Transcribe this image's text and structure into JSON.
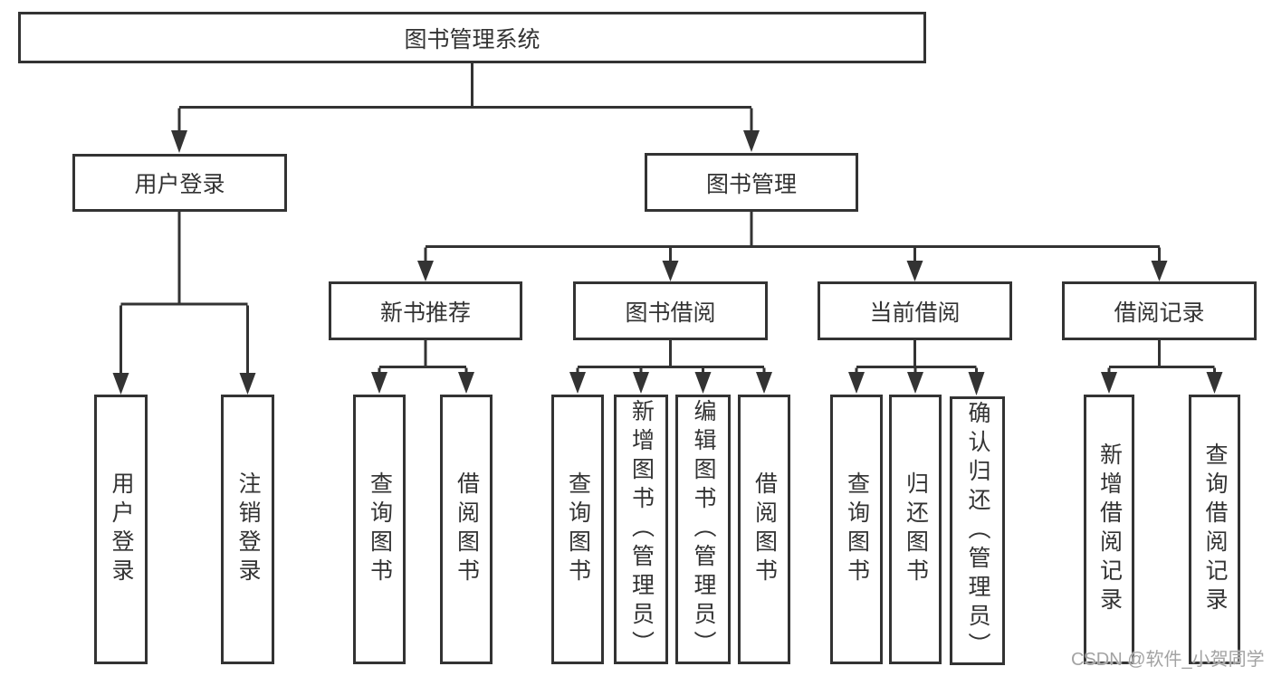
{
  "colors": {
    "line": "#333333",
    "text": "#333333",
    "watermark": "#a3a3a3"
  },
  "nodes": {
    "root": "图书管理系统",
    "user_login": "用户登录",
    "book_mgmt": "图书管理",
    "new_book": "新书推荐",
    "book_borrow": "图书借阅",
    "current_borrow": "当前借阅",
    "borrow_records": "借阅记录"
  },
  "leaves": {
    "user_login": [
      "用户登录",
      "注销登录"
    ],
    "new_book": [
      "查询图书",
      "借阅图书"
    ],
    "book_borrow": [
      "查询图书",
      "新增图书（管理员）",
      "编辑图书（管理员）",
      "借阅图书"
    ],
    "current_borrow": [
      "查询图书",
      "归还图书",
      "确认归还（管理员）"
    ],
    "borrow_records": [
      "新增借阅记录",
      "查询借阅记录"
    ]
  },
  "watermark": "CSDN @软件_小贺同学"
}
